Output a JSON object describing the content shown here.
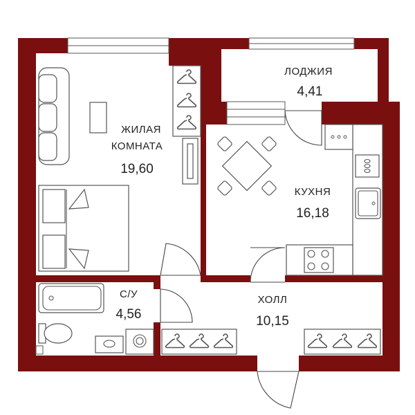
{
  "colors": {
    "wall": "#7a0f0f",
    "background": "#ffffff",
    "fixture_stroke": "#555555"
  },
  "rooms": {
    "living": {
      "name_line1": "ЖИЛАЯ",
      "name_line2": "КОМНАТА",
      "area": "19,60"
    },
    "loggia": {
      "name": "ЛОДЖИЯ",
      "area": "4,41"
    },
    "kitchen": {
      "name": "КУХНЯ",
      "area": "16,18"
    },
    "bathroom": {
      "name": "С/У",
      "area": "4,56"
    },
    "hall": {
      "name": "ХОЛЛ",
      "area": "10,15"
    }
  },
  "icons": [
    "hanger-icon",
    "sofa-icon",
    "bed-icon",
    "dining-table-icon",
    "stove-icon",
    "sink-icon",
    "bathtub-icon",
    "toilet-icon",
    "washing-machine-icon",
    "wardrobe-icon"
  ]
}
